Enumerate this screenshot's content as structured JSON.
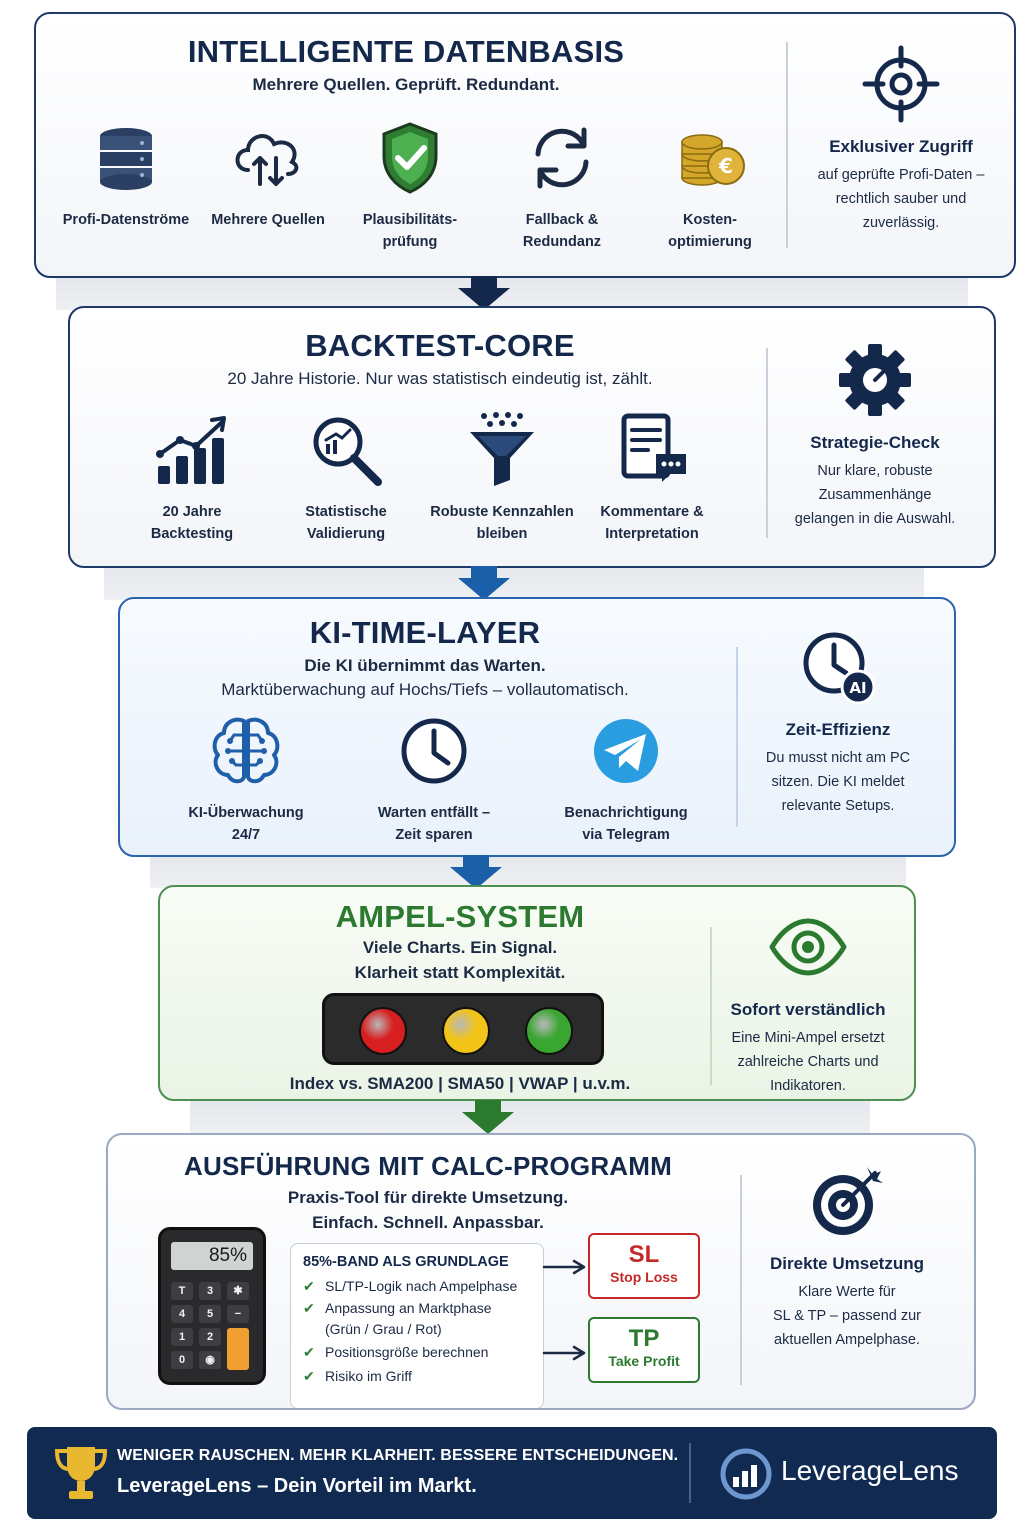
{
  "section1": {
    "title": "INTELLIGENTE DATENBASIS",
    "subtitle": "Mehrere Quellen. Geprüft. Redundant.",
    "items": [
      {
        "label": "Profi-Datenströme",
        "icon": "database-icon"
      },
      {
        "label": "Mehrere Quellen",
        "icon": "cloud-sync-icon"
      },
      {
        "label": "Plausibilitäts-\nprüfung",
        "icon": "shield-check-icon"
      },
      {
        "label": "Fallback &\nRedundanz",
        "icon": "refresh-icon"
      },
      {
        "label": "Kosten-\noptimierung",
        "icon": "euro-coins-icon"
      }
    ],
    "side": {
      "title": "Exklusiver Zugriff",
      "desc": "auf geprüfte Profi-Daten –\nrechtlich sauber und\nzuverlässig.",
      "icon": "crosshair-icon"
    }
  },
  "section2": {
    "title": "BACKTEST-CORE",
    "subtitle": "20 Jahre Historie. Nur was statistisch eindeutig ist, zählt.",
    "items": [
      {
        "label": "20 Jahre\nBacktesting",
        "icon": "bar-chart-icon"
      },
      {
        "label": "Statistische\nValidierung",
        "icon": "magnifier-chart-icon"
      },
      {
        "label": "Robuste Kennzahlen\nbleiben",
        "icon": "funnel-icon"
      },
      {
        "label": "Kommentare &\nInterpretation",
        "icon": "document-comment-icon"
      }
    ],
    "side": {
      "title": "Strategie-Check",
      "desc": "Nur klare, robuste\nZusammenhänge\ngelangen in die Auswahl.",
      "icon": "gear-icon"
    }
  },
  "section3": {
    "title": "KI-TIME-LAYER",
    "subtitle_line1": "Die KI übernimmt das Warten.",
    "subtitle_line2": "Marktüberwachung auf Hochs/Tiefs – vollautomatisch.",
    "items": [
      {
        "label": "KI-Überwachung\n24/7",
        "icon": "brain-icon"
      },
      {
        "label": "Warten entfällt –\nZeit sparen",
        "icon": "clock-icon"
      },
      {
        "label": "Benachrichtigung\nvia Telegram",
        "icon": "telegram-icon"
      }
    ],
    "side": {
      "title": "Zeit-Effizienz",
      "desc": "Du musst nicht am PC\nsitzen. Die KI meldet\nrelevante Setups.",
      "icon": "clock-ai-icon",
      "badge": "AI"
    }
  },
  "section4": {
    "title": "AMPEL-SYSTEM",
    "subtitle_line1": "Viele Charts. Ein Signal.",
    "subtitle_line2": "Klarheit statt Komplexität.",
    "lights": [
      "#d81f1f",
      "#f2c417",
      "#3aa632"
    ],
    "indicators": "Index vs. SMA200 | SMA50 | VWAP | u.v.m.",
    "side": {
      "title": "Sofort verständlich",
      "desc": "Eine Mini-Ampel ersetzt\nzahlreiche Charts und\nIndikatoren.",
      "icon": "eye-icon"
    }
  },
  "section5": {
    "title": "AUSFÜHRUNG MIT CALC-PROGRAMM",
    "subtitle_line1": "Praxis-Tool für direkte Umsetzung.",
    "subtitle_line2": "Einfach. Schnell. Anpassbar.",
    "calculator": {
      "display": "85%",
      "keys": [
        "T",
        "3",
        "✱",
        "4",
        "5",
        "−",
        "1",
        "2",
        "",
        "0",
        "◉",
        ""
      ]
    },
    "band": {
      "title": "85%-BAND ALS GRUNDLAGE",
      "items": [
        "SL/TP-Logik nach Ampelphase",
        "Anpassung an Marktphase\n(Grün / Grau / Rot)",
        "Positionsgröße berechnen",
        "Risiko im Griff"
      ]
    },
    "sl": {
      "short": "SL",
      "long": "Stop Loss"
    },
    "tp": {
      "short": "TP",
      "long": "Take Profit"
    },
    "side": {
      "title": "Direkte Umsetzung",
      "desc": "Klare Werte für\nSL & TP – passend zur\naktuellen Ampelphase.",
      "icon": "target-icon"
    }
  },
  "footer": {
    "line1": "WENIGER RAUSCHEN. MEHR KLARHEIT. BESSERE ENTSCHEIDUNGEN.",
    "line2": "LeverageLens – Dein Vorteil im Markt.",
    "brand": "LeverageLens",
    "icon": "trophy-icon"
  },
  "colors": {
    "navy": "#14284c",
    "green": "#2b7a2f",
    "blue": "#1b6bb3",
    "footer": "#112a52"
  }
}
